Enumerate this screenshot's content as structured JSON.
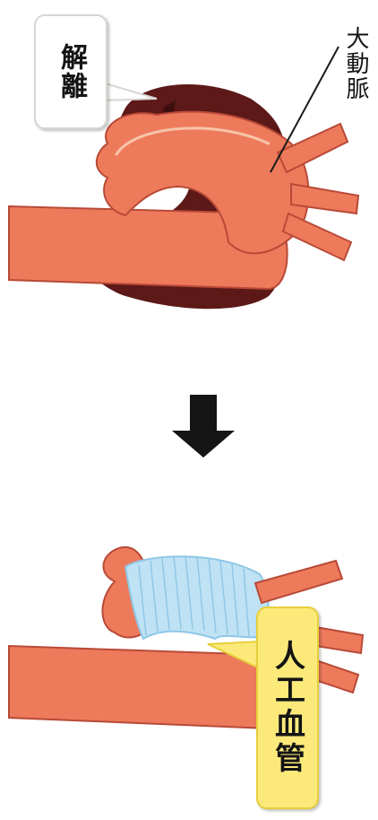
{
  "labels": {
    "dissection": "解離",
    "aorta": "大動脈",
    "artificial_graft": "人工血管"
  },
  "colors": {
    "vessel_fill": "#ee7a5c",
    "vessel_outline": "#b84a37",
    "vessel_highlight": "#f7c4a8",
    "dissection_dark": "#5d1818",
    "graft_fill": "#bfe2f4",
    "graft_line": "#8ec7e6",
    "arrow": "#151515",
    "callout_yellow": "#fbe97a"
  },
  "icons": {
    "arrow": "down-arrow-icon"
  }
}
